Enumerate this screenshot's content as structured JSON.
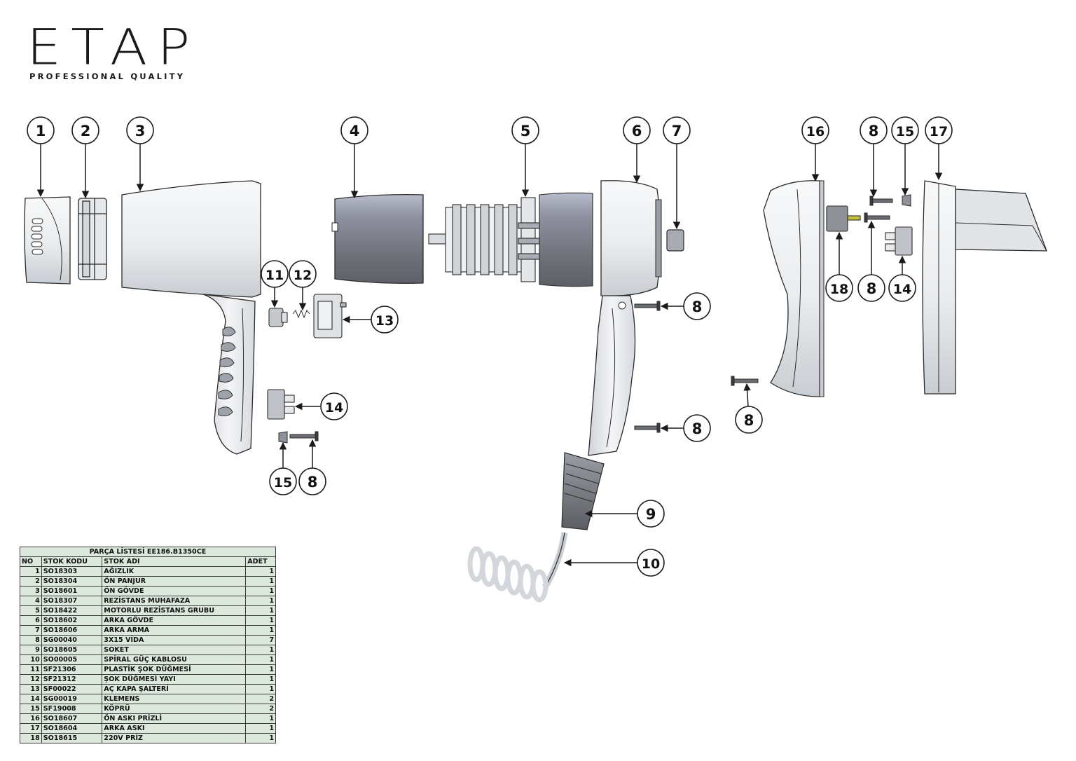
{
  "logo": {
    "wordmark": "ETAP",
    "tagline": "PROFESSIONAL QUALITY"
  },
  "callouts": [
    "1",
    "2",
    "3",
    "4",
    "5",
    "6",
    "7",
    "8",
    "8",
    "8",
    "8",
    "8",
    "8",
    "9",
    "10",
    "11",
    "12",
    "13",
    "14",
    "14",
    "15",
    "15",
    "16",
    "17",
    "18"
  ],
  "parts_list": {
    "title": "PARÇA LİSTESİ EE186.B1350CE",
    "headers": [
      "NO",
      "STOK KODU",
      "STOK ADI",
      "ADET"
    ],
    "rows": [
      {
        "no": "1",
        "code": "SO18303",
        "name": "AĞIZLIK",
        "qty": "1"
      },
      {
        "no": "2",
        "code": "SO18304",
        "name": "ÖN PANJUR",
        "qty": "1"
      },
      {
        "no": "3",
        "code": "SO18601",
        "name": "ÖN GÖVDE",
        "qty": "1"
      },
      {
        "no": "4",
        "code": "SO18307",
        "name": "REZİSTANS MUHAFAZA",
        "qty": "1"
      },
      {
        "no": "5",
        "code": "SO18422",
        "name": "MOTORLU REZİSTANS GRUBU",
        "qty": "1"
      },
      {
        "no": "6",
        "code": "SO18602",
        "name": "ARKA GÖVDE",
        "qty": "1"
      },
      {
        "no": "7",
        "code": "SO18606",
        "name": "ARKA ARMA",
        "qty": "1"
      },
      {
        "no": "8",
        "code": "SG00040",
        "name": "3X15 VİDA",
        "qty": "7"
      },
      {
        "no": "9",
        "code": "SO18605",
        "name": "SOKET",
        "qty": "1"
      },
      {
        "no": "10",
        "code": "SO00005",
        "name": "SPİRAL GÜÇ KABLOSU",
        "qty": "1"
      },
      {
        "no": "11",
        "code": "SF21306",
        "name": "PLASTİK ŞOK DÜĞMESİ",
        "qty": "1"
      },
      {
        "no": "12",
        "code": "SF21312",
        "name": "ŞOK DÜĞMESİ YAYI",
        "qty": "1"
      },
      {
        "no": "13",
        "code": "SF00022",
        "name": "AÇ KAPA ŞALTERİ",
        "qty": "1"
      },
      {
        "no": "14",
        "code": "SG00019",
        "name": "KLEMENS",
        "qty": "2"
      },
      {
        "no": "15",
        "code": "SF19008",
        "name": "KÖPRÜ",
        "qty": "2"
      },
      {
        "no": "16",
        "code": "SO18607",
        "name": "ÖN ASKI PRİZLİ",
        "qty": "1"
      },
      {
        "no": "17",
        "code": "SO18604",
        "name": "ARKA ASKI",
        "qty": "1"
      },
      {
        "no": "18",
        "code": "SO18615",
        "name": "220V PRİZ",
        "qty": "1"
      }
    ]
  },
  "colors": {
    "outline": "#2a2a2a",
    "part_fill": "#eef1f3",
    "shade": "#c9ced3",
    "sleeve": "#7a7c86",
    "sleeve_light": "#b9bcc8",
    "table_bg": "#dde9dd",
    "pin": "#c8c040"
  }
}
